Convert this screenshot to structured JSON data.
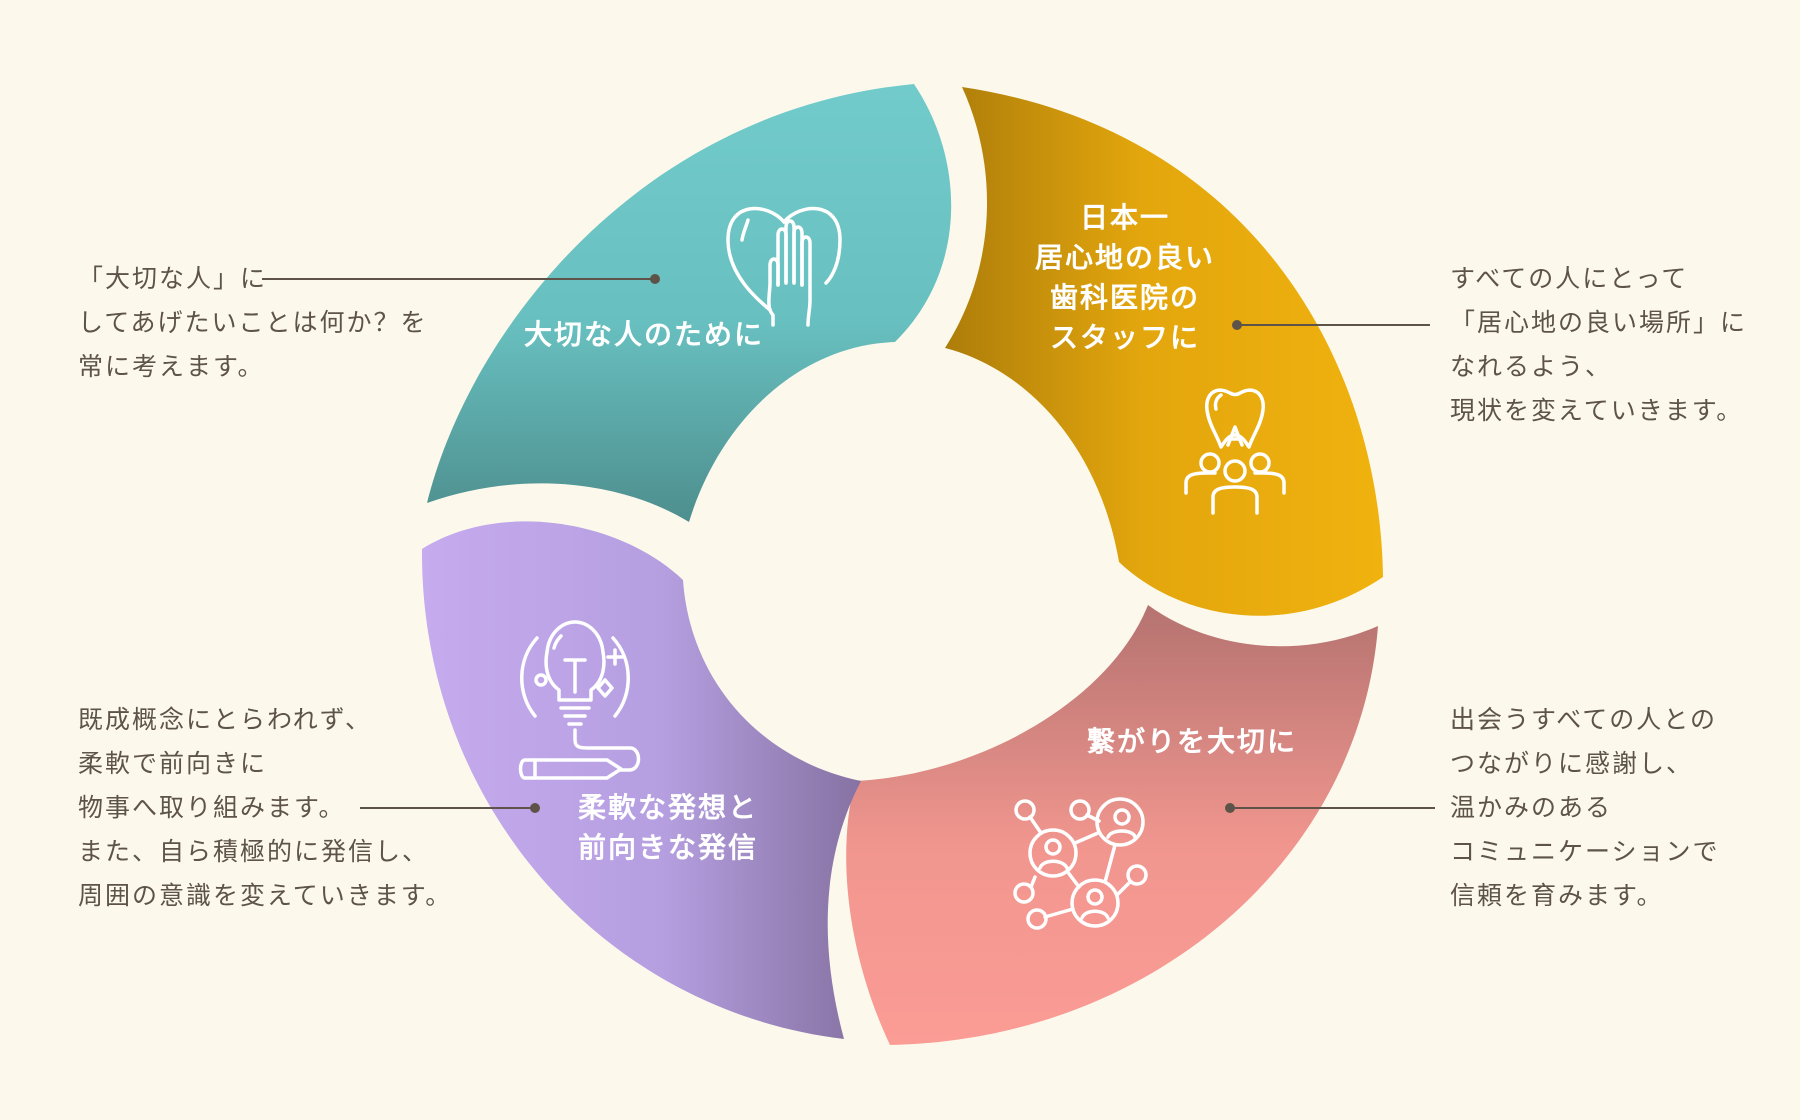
{
  "colors": {
    "background": "#fcf9ec",
    "text": "#5e5348",
    "connector": "#5e5348",
    "teal_top": "#72cbcb",
    "teal_bottom": "#4e8e8e",
    "yellow_left": "#b07f0a",
    "yellow_right": "#f0b20e",
    "pink_top": "#b57370",
    "pink_bottom": "#fb9c95",
    "purple_left": "#c6abee",
    "purple_right": "#8a72a6"
  },
  "segments": [
    {
      "id": "teal",
      "label_lines": [
        "大切な人のために"
      ],
      "icon": "heart-hand-icon",
      "description_lines": [
        "「大切な人」に",
        "してあげたいことは何か？を",
        "常に考えます。"
      ]
    },
    {
      "id": "yellow",
      "label_lines": [
        "日本一",
        "居心地の良い",
        "歯科医院の",
        "スタッフに"
      ],
      "icon": "tooth-team-icon",
      "description_lines": [
        "すべての人にとって",
        "「居心地の良い場所」に",
        "なれるよう、",
        "現状を変えていきます。"
      ]
    },
    {
      "id": "pink",
      "label_lines": [
        "繋がりを大切に"
      ],
      "icon": "people-network-icon",
      "description_lines": [
        "出会うすべての人との",
        "つながりに感謝し、",
        "温かみのある",
        "コミュニケーションで",
        "信頼を育みます。"
      ]
    },
    {
      "id": "purple",
      "label_lines": [
        "柔軟な発想と",
        "前向きな発信"
      ],
      "icon": "lightbulb-pencil-icon",
      "description_lines": [
        "既成概念にとらわれず、",
        "柔軟で前向きに",
        "物事へ取り組みます。",
        "また、自ら積極的に発信し、",
        "周囲の意識を変えていきます。"
      ]
    }
  ]
}
